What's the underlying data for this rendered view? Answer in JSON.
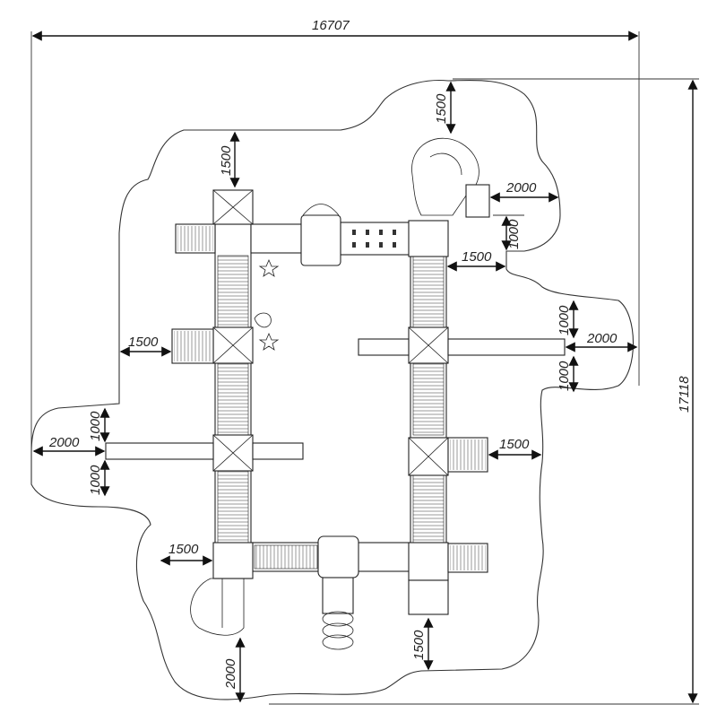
{
  "overall": {
    "width_label": "16707",
    "height_label": "17118"
  },
  "clearances": [
    {
      "id": "top-left-1500",
      "label": "1500"
    },
    {
      "id": "top-right-1500",
      "label": "1500"
    },
    {
      "id": "right-slide-2000",
      "label": "2000"
    },
    {
      "id": "right-1000-upper",
      "label": "1000"
    },
    {
      "id": "right-1500-mid",
      "label": "1500"
    },
    {
      "id": "right-1000-a",
      "label": "1000"
    },
    {
      "id": "right-2000-mid",
      "label": "2000"
    },
    {
      "id": "right-1000-b",
      "label": "1000"
    },
    {
      "id": "right-1500-lower",
      "label": "1500"
    },
    {
      "id": "left-1500-upper",
      "label": "1500"
    },
    {
      "id": "left-1000-a",
      "label": "1000"
    },
    {
      "id": "left-2000",
      "label": "2000"
    },
    {
      "id": "left-1000-b",
      "label": "1000"
    },
    {
      "id": "left-1500-lower",
      "label": "1500"
    },
    {
      "id": "bottom-left-2000",
      "label": "2000"
    },
    {
      "id": "bottom-right-1500",
      "label": "1500"
    }
  ],
  "colors": {
    "line": "#222222",
    "background": "#ffffff"
  }
}
